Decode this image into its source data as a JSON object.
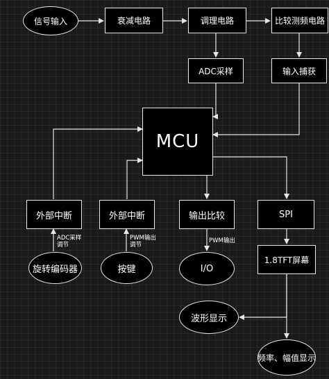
{
  "nodes": {
    "signal_input": "信号输入",
    "attenuation": "衰减电路",
    "conditioning": "调理电路",
    "comparator": "比较测频电路",
    "adc_sampling": "ADC采样",
    "input_capture": "输入捕获",
    "mcu": "MCU",
    "ext_int_1": "外部中断",
    "ext_int_2": "外部中断",
    "output_compare": "输出比较",
    "spi": "SPI",
    "rotary_encoder": "旋转编码器",
    "button": "按键",
    "io": "I/O",
    "tft": "1.8TFT屏幕",
    "waveform_display": "波形显示",
    "freq_amp_display": "频率、幅值显示"
  },
  "labels": {
    "adc_adjust_line1": "ADC采样",
    "adc_adjust_line2": "调节",
    "pwm_adjust_line1": "PWM输出",
    "pwm_adjust_line2": "调节",
    "pwm_output": "PWM输出"
  },
  "colors": {
    "background": "#1a1a1a",
    "node_fill": "#000000",
    "stroke": "#e6e6e6",
    "text": "#ffffff"
  }
}
